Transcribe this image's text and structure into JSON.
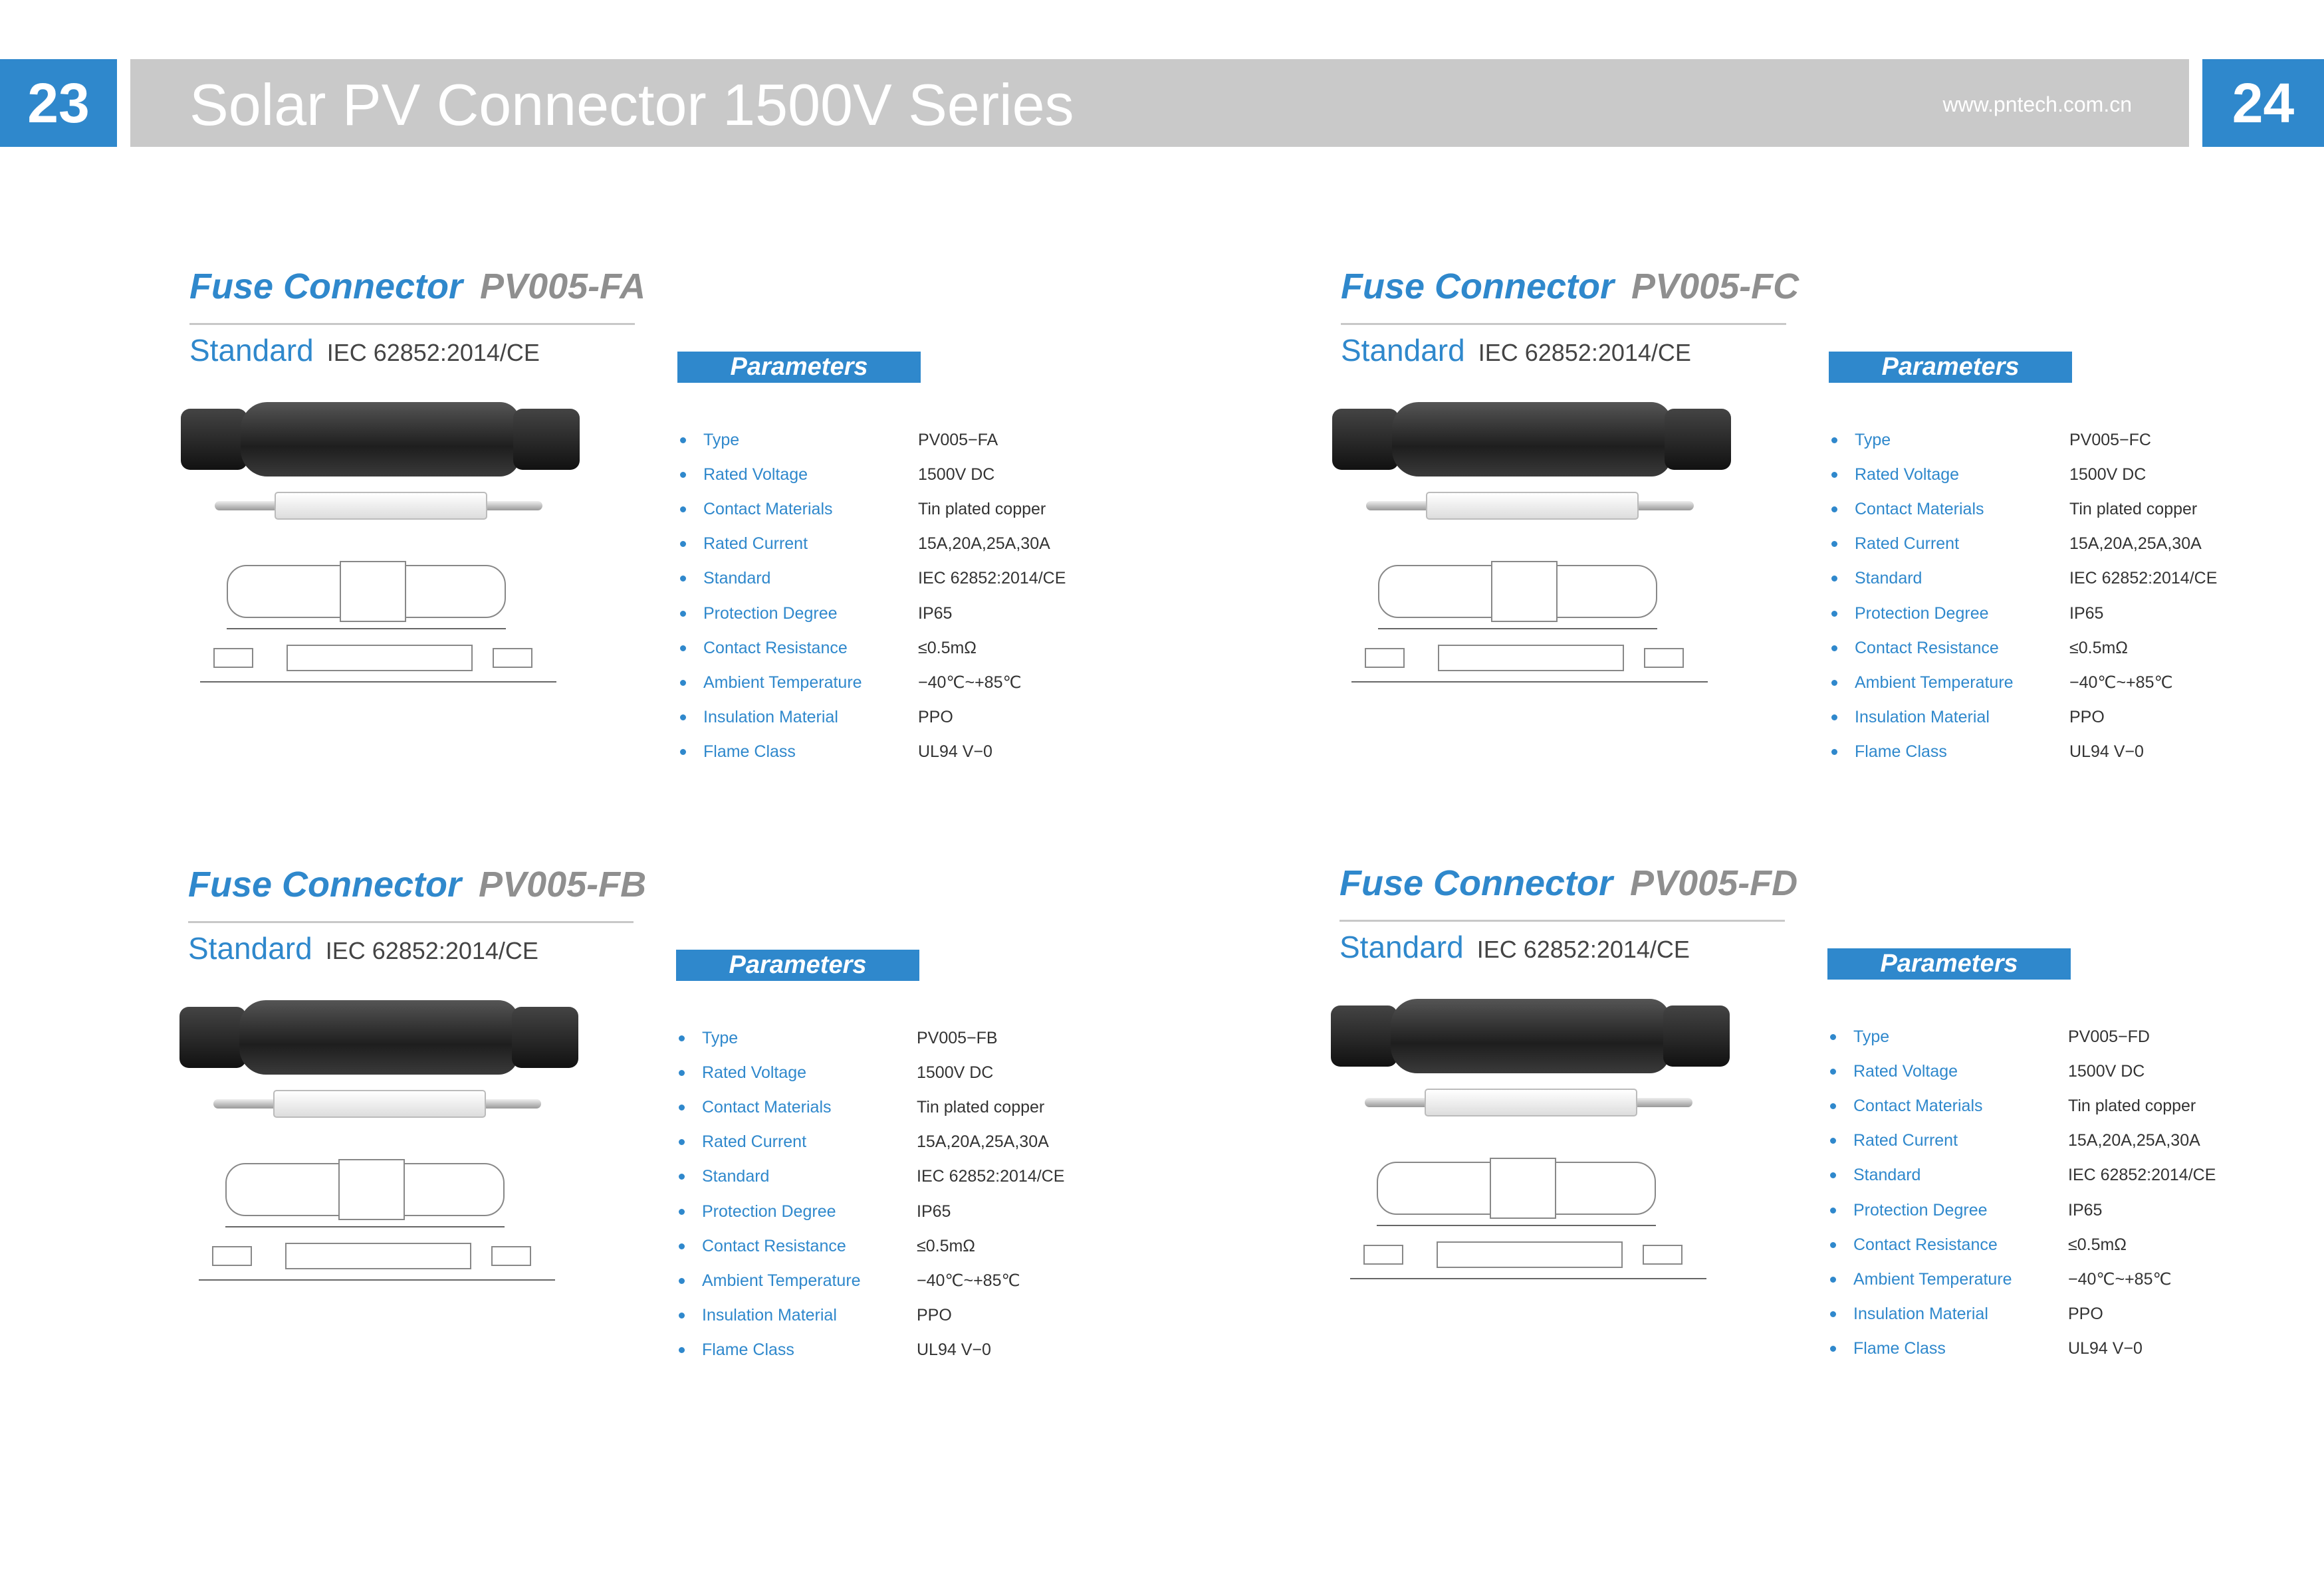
{
  "header": {
    "page_left": "23",
    "page_right": "24",
    "title": "Solar PV Connector 1500V Series",
    "url": "www.pntech.com.cn"
  },
  "colors": {
    "accent": "#2f88cc",
    "banner": "#c9c9c9",
    "model": "#8f8f8f"
  },
  "param_labels": [
    "Type",
    "Rated Voltage",
    "Contact Materials",
    "Rated Current",
    "Standard",
    "Protection Degree",
    "Contact Resistance",
    "Ambient Temperature",
    "Insulation Material",
    "Flame Class"
  ],
  "products": [
    {
      "title": "Fuse Connector",
      "model": "PV005-FA",
      "standard_label": "Standard",
      "standard_value": "IEC 62852:2014/CE",
      "params_heading": "Parameters",
      "values": [
        "PV005−FA",
        "1500V DC",
        "Tin plated copper",
        "15A,20A,25A,30A",
        "IEC 62852:2014/CE",
        "IP65",
        "≤0.5mΩ",
        "−40℃~+85℃",
        " PPO",
        "UL94 V−0"
      ]
    },
    {
      "title": "Fuse Connector",
      "model": "PV005-FC",
      "standard_label": "Standard",
      "standard_value": "IEC 62852:2014/CE",
      "params_heading": "Parameters",
      "values": [
        "PV005−FC",
        "1500V DC",
        "Tin plated copper",
        "15A,20A,25A,30A",
        "IEC 62852:2014/CE",
        "IP65",
        "≤0.5mΩ",
        "−40℃~+85℃",
        " PPO",
        "UL94 V−0"
      ]
    },
    {
      "title": "Fuse Connector",
      "model": "PV005-FB",
      "standard_label": "Standard",
      "standard_value": "IEC 62852:2014/CE",
      "params_heading": "Parameters",
      "values": [
        "PV005−FB",
        "1500V DC",
        "Tin plated copper",
        "15A,20A,25A,30A",
        "IEC 62852:2014/CE",
        "IP65",
        "≤0.5mΩ",
        "−40℃~+85℃",
        " PPO",
        "UL94 V−0"
      ]
    },
    {
      "title": "Fuse Connector",
      "model": "PV005-FD",
      "standard_label": "Standard",
      "standard_value": "IEC 62852:2014/CE",
      "params_heading": "Parameters",
      "values": [
        "PV005−FD",
        "1500V DC",
        "Tin plated copper",
        "15A,20A,25A,30A",
        "IEC 62852:2014/CE",
        "IP65",
        "≤0.5mΩ",
        "−40℃~+85℃",
        " PPO",
        "UL94 V−0"
      ]
    }
  ]
}
